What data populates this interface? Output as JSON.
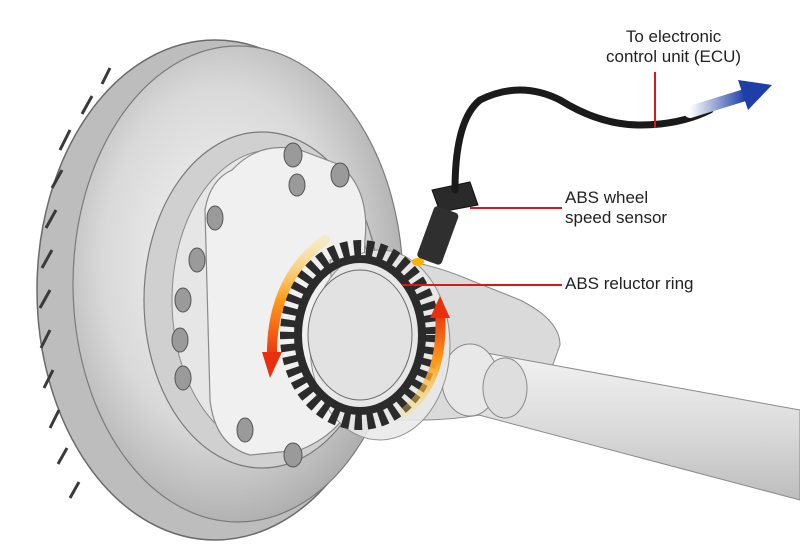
{
  "labels": {
    "ecu_line1": "To electronic",
    "ecu_line2": "control unit (ECU)",
    "sensor_line1": "ABS wheel",
    "sensor_line2": "speed sensor",
    "ring": "ABS reluctor ring"
  },
  "colors": {
    "leader_line": "#d7191f",
    "arrow_gradient_start": "#ffffff",
    "arrow_gradient_end": "#1f3fa8",
    "rotation_arrow_start": "#ffd11a",
    "rotation_arrow_end": "#e8300e",
    "cable": "#1a1a1a",
    "metal_light": "#f2f2f2",
    "metal_mid": "#cfcfcf",
    "metal_dark": "#8a8a8a",
    "reluctor_ring": "#2b2b2b"
  }
}
